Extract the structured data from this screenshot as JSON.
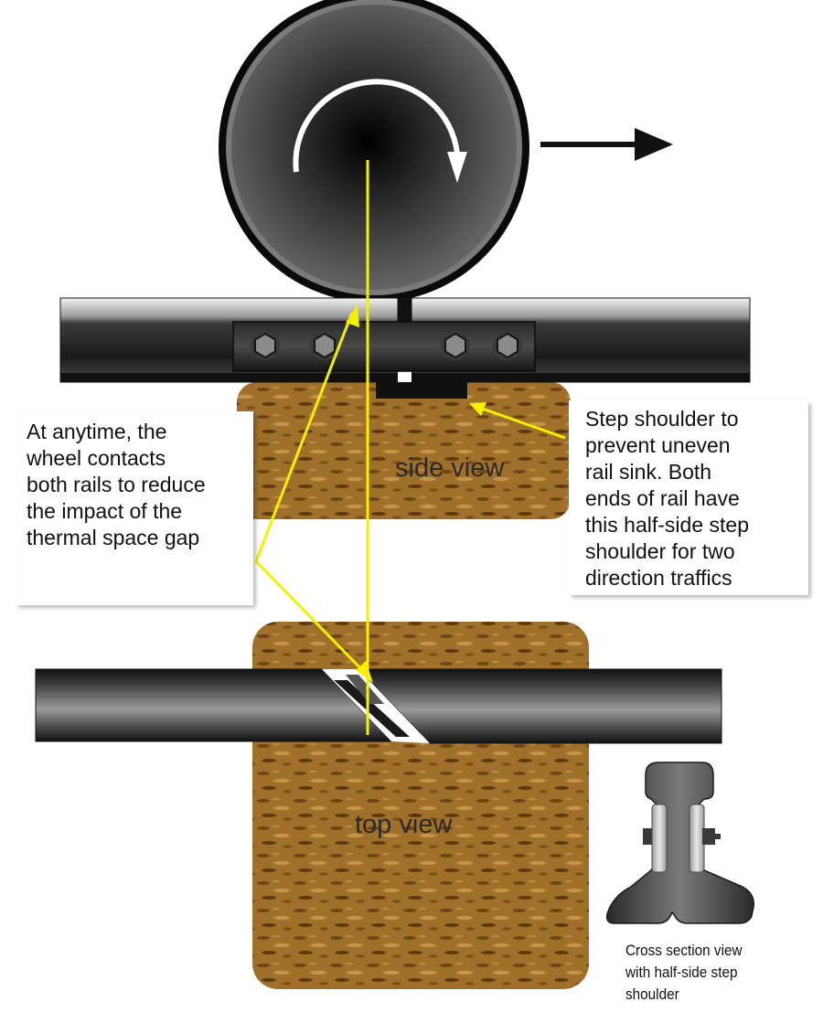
{
  "callouts": {
    "left": {
      "lines": [
        "At anytime, the",
        "wheel contacts",
        "both rails to reduce",
        "the impact of the",
        "thermal space gap"
      ]
    },
    "right": {
      "lines": [
        "Step shoulder to",
        "prevent uneven",
        "rail sink. Both",
        "ends of rail have",
        "this half-side step",
        "shoulder for two",
        "direction traffics"
      ]
    }
  },
  "labels": {
    "side_view": "side view",
    "top_view": "top view"
  },
  "cross_section": {
    "caption_lines": [
      "Cross section view",
      "with half-side step",
      "shoulder"
    ]
  },
  "colors": {
    "pointer_yellow": "#f5f000",
    "sleeper_brown": "#a0702a",
    "rail_dark": "#1e1e1e"
  },
  "icons": {
    "wheel": "wheel-icon",
    "rotation": "rotation-arrow-icon",
    "direction": "direction-arrow-icon"
  }
}
